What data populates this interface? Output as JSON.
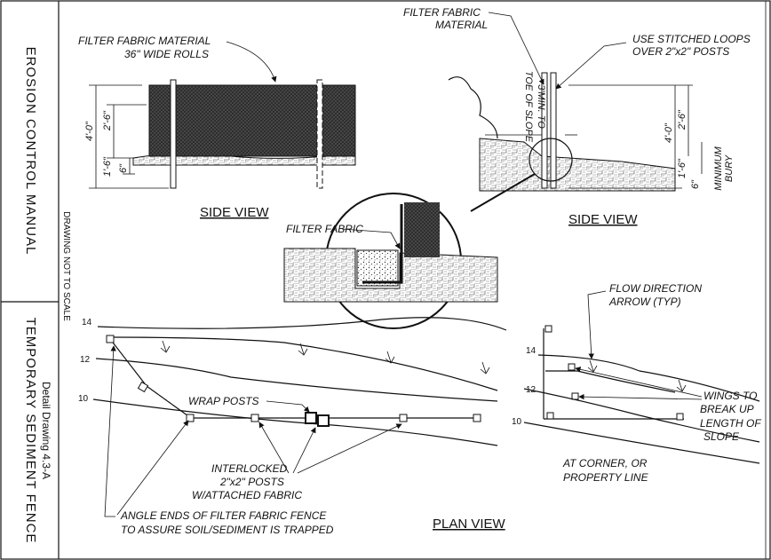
{
  "title_block": {
    "manual": "EROSION CONTROL MANUAL",
    "drawing_title": "TEMPORARY SEDIMENT FENCE",
    "detail_number": "Detail Drawing 4.3-A",
    "scale_note": "DRAWING NOT TO SCALE"
  },
  "side_view_left": {
    "title": "SIDE VIEW",
    "fabric_label_1": "FILTER FABRIC MATERIAL",
    "fabric_label_2": "36\" WIDE ROLLS",
    "dim_total": "4'-0\"",
    "dim_upper": "2'-6\"",
    "dim_lower": "1'-6\"",
    "dim_bury": "6\""
  },
  "side_view_right": {
    "title": "SIDE VIEW",
    "fabric_label_1": "FILTER FABRIC",
    "fabric_label_2": "MATERIAL",
    "loops_label_1": "USE STITCHED LOOPS",
    "loops_label_2": "OVER 2\"x2\" POSTS",
    "toe_label_1": "3'MIN. TO",
    "toe_label_2": "TOE OF SLOPE",
    "dim_total": "4'-0\"",
    "dim_upper": "2'-6\"",
    "dim_lower": "1'-6\"",
    "dim_bury": "6\"",
    "bury_label_1": "MINIMUM",
    "bury_label_2": "BURY"
  },
  "detail": {
    "fabric_label": "FILTER FABRIC"
  },
  "plan_view": {
    "title": "PLAN VIEW",
    "contour_14": "14",
    "contour_12": "12",
    "contour_10": "10",
    "wrap_posts": "WRAP POSTS",
    "interlocked_1": "INTERLOCKED",
    "interlocked_2": "2\"x2\" POSTS",
    "interlocked_3": "W/ATTACHED FABRIC",
    "angle_ends_1": "ANGLE ENDS OF FILTER FABRIC FENCE",
    "angle_ends_2": "TO ASSURE SOIL/SEDIMENT IS TRAPPED"
  },
  "corner_plan": {
    "contour_14": "14",
    "contour_12": "12",
    "contour_10": "10",
    "flow_1": "FLOW DIRECTION",
    "flow_2": "ARROW (TYP)",
    "wings_1": "WINGS TO",
    "wings_2": "BREAK UP",
    "wings_3": "LENGTH OF",
    "wings_4": "SLOPE",
    "corner_1": "AT CORNER, OR",
    "corner_2": "PROPERTY LINE"
  }
}
